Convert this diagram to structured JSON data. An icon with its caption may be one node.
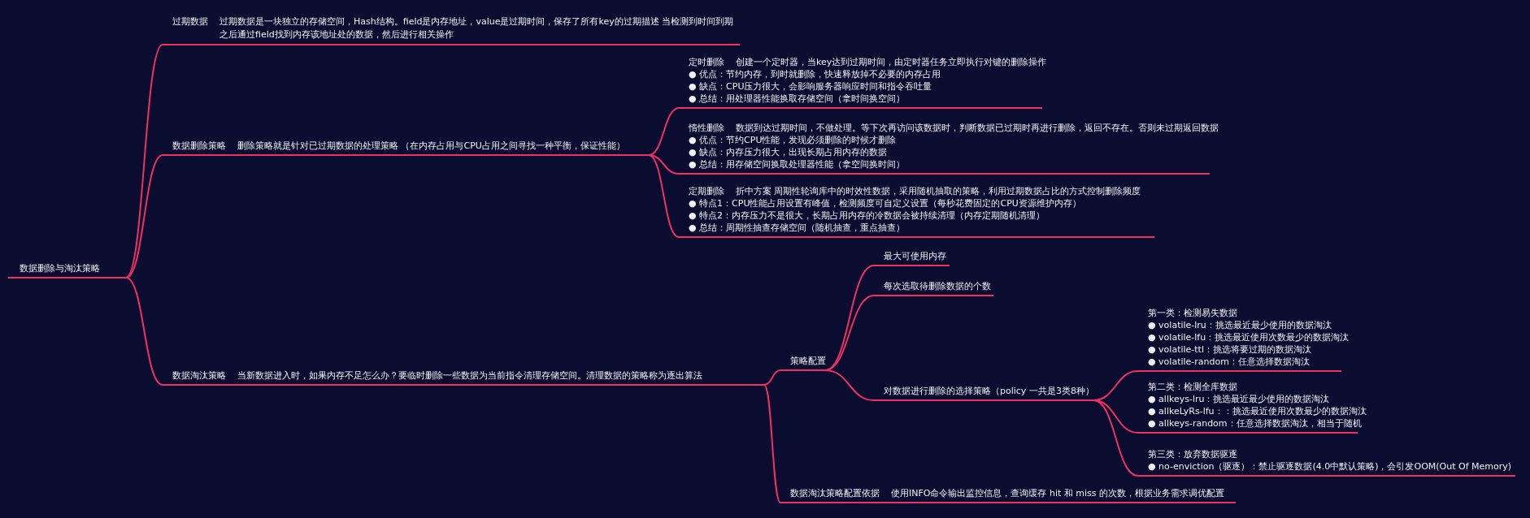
{
  "diagram": {
    "nodes": [
      {
        "text": [
          "数据删除与淘汰策略"
        ]
      },
      {
        "text": [
          "过期数据",
          "过期数据是一块独立的存储空间，Hash结构。field是内存地址，value是过期时间，保存了所有key的过期描述 当检测到时间到期之后通过field找到内存该地址处的数据，然后进行相关操作"
        ]
      },
      {
        "text": [
          "数据删除策略",
          "删除策略就是针对已过期数据的处理策略 （在内存占用与CPU占用之间寻找一种平衡，保证性能）"
        ]
      },
      {
        "text": [
          "定时删除",
          "创建一个定时器，当key达到过期时间，由定时器任务立即执行对键的删除操作",
          "● 优点：节约内存，到时就删除，快速释放掉不必要的内存占用",
          "● 缺点：CPU压力很大，会影响服务器响应时间和指令吞吐量",
          "● 总结：用处理器性能换取存储空间（拿时间换空间）"
        ]
      },
      {
        "text": [
          "惰性删除",
          "数据到达过期时间，不做处理。等下次再访问该数据时，判断数据已过期时再进行删除，返回不存在。否则未过期返回数据",
          "● 优点：节约CPU性能，发现必须删除的时候才删除",
          "● 缺点：内存压力很大，出现长期占用内存的数据",
          "● 总结：用存储空间换取处理器性能（拿空间换时间）"
        ]
      },
      {
        "text": [
          "定期删除",
          "折中方案 周期性轮询库中的时效性数据，采用随机抽取的策略，利用过期数据占比的方式控制删除频度",
          "● 特点1：CPU性能占用设置有峰值，检测频度可自定义设置（每秒花费固定的CPU资源维护内存）",
          "● 特点2：内存压力不是很大，长期占用内存的冷数据会被持续清理（内存定期随机清理）",
          "● 总结：周期性抽查存储空间（随机抽查，重点抽查）"
        ]
      },
      {
        "text": [
          "数据淘汰策略",
          "当新数据进入时，如果内存不足怎么办？要临时删除一些数据为当前指令清理存储空间。清理数据的策略称为逐出算法"
        ]
      },
      {
        "text": [
          "策略配置"
        ]
      },
      {
        "text": [
          "最大可使用内存"
        ]
      },
      {
        "text": [
          "每次选取待删除数据的个数"
        ]
      },
      {
        "text": [
          "对数据进行删除的选择策略（policy 一共是3类8种）"
        ]
      },
      {
        "text": [
          "第一类：检测易失数据",
          "● volatile-lru：挑选最近最少使用的数据淘汰",
          "● volatile-lfu：挑选最近使用次数最少的数据淘汰",
          "● volatile-ttl：挑选将要过期的数据淘汰",
          "● volatile-random：任意选择数据淘汰"
        ]
      },
      {
        "text": [
          "第二类：检测全库数据",
          "● allkeys-lru：挑选最近最少使用的数据淘汰",
          "● allkeLyRs-lfu：：挑选最近使用次数最少的数据淘汰",
          "● allkeys-random：任意选择数据淘汰，相当于随机"
        ]
      },
      {
        "text": [
          "第三类：放弃数据驱逐",
          "● no-enviction（驱逐）：禁止驱逐数据(4.0中默认策略)，会引发OOM(Out Of Memory)"
        ]
      },
      {
        "text": [
          "数据淘汰策略配置依据",
          "使用INFO命令输出监控信息，查询缓存 hit 和 miss 的次数，根据业务需求调优配置"
        ]
      }
    ],
    "edges": [
      {
        "from": 0,
        "to": 1,
        "arrow": "none"
      },
      {
        "from": 0,
        "to": 2,
        "arrow": "none"
      },
      {
        "from": 0,
        "to": 6,
        "arrow": "none"
      },
      {
        "from": 2,
        "to": 3,
        "arrow": "none"
      },
      {
        "from": 2,
        "to": 4,
        "arrow": "none"
      },
      {
        "from": 2,
        "to": 5,
        "arrow": "none"
      },
      {
        "from": 6,
        "to": 7,
        "arrow": "none"
      },
      {
        "from": 6,
        "to": 14,
        "arrow": "none"
      },
      {
        "from": 7,
        "to": 8,
        "arrow": "none"
      },
      {
        "from": 7,
        "to": 9,
        "arrow": "none"
      },
      {
        "from": 7,
        "to": 10,
        "arrow": "none"
      },
      {
        "from": 10,
        "to": 11,
        "arrow": "none"
      },
      {
        "from": 10,
        "to": 12,
        "arrow": "none"
      },
      {
        "from": 10,
        "to": 13,
        "arrow": "none"
      }
    ]
  }
}
